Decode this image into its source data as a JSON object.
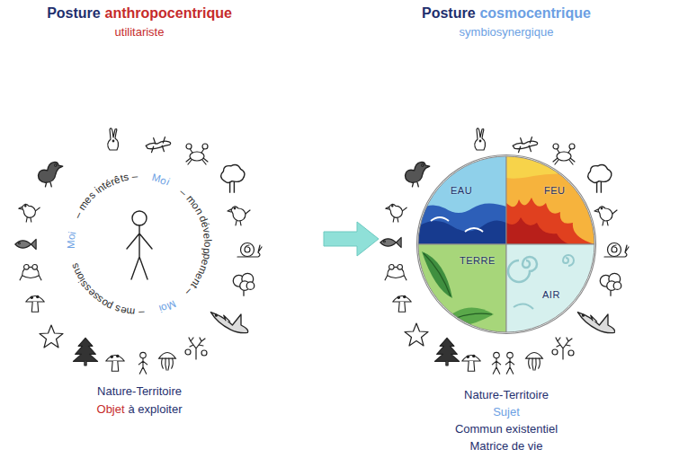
{
  "diagram": {
    "nodes": [
      {
        "text": [
          "EAU"
        ]
      },
      {
        "text": [
          "FEU"
        ]
      },
      {
        "text": [
          "TERRE"
        ]
      },
      {
        "text": [
          "AIR"
        ]
      }
    ],
    "labels": [
      "Posture",
      "anthropocentrique",
      "utilitariste",
      "Posture",
      "cosmocentrique",
      "symbiosynergique",
      "Moi",
      "– mes intérêts –",
      "Moi",
      "– mon développement –",
      "Moi",
      "– mes possessions",
      "Nature-Territoire",
      "Objet",
      "à exploiter",
      "Nature-Territoire",
      "Sujet",
      "Commun existentiel",
      "Matrice de vie"
    ]
  }
}
